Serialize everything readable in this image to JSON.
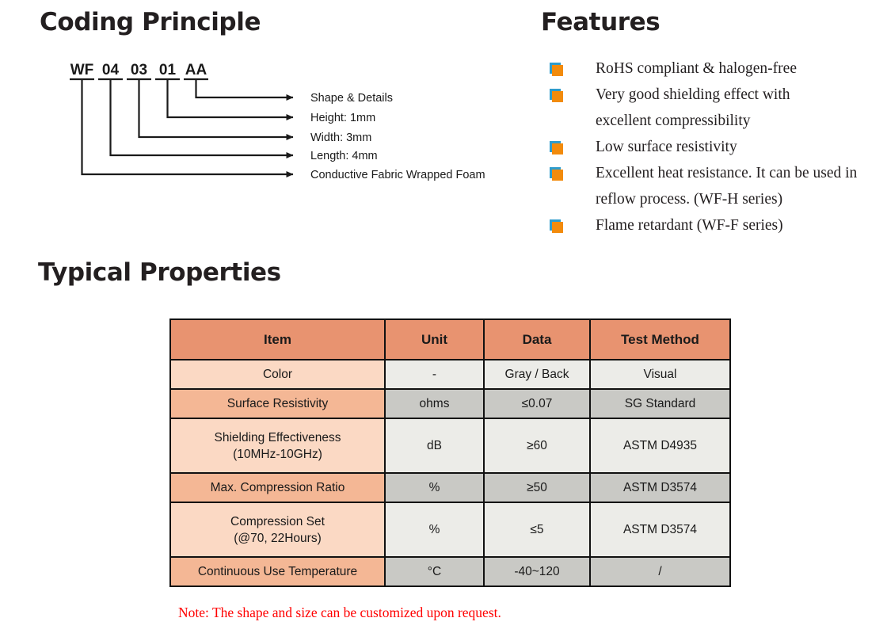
{
  "sections": {
    "coding": {
      "title": "Coding Principle",
      "code_segments": [
        {
          "text": "WF"
        },
        {
          "text": "04"
        },
        {
          "text": "03"
        },
        {
          "text": "01"
        },
        {
          "text": "AA"
        }
      ],
      "callouts": [
        {
          "label": "Shape & Details"
        },
        {
          "label": "Height: 1mm"
        },
        {
          "label": "Width: 3mm"
        },
        {
          "label": "Length: 4mm"
        },
        {
          "label": "Conductive Fabric Wrapped Foam"
        }
      ]
    },
    "features": {
      "title": "Features",
      "items": [
        {
          "text": "RoHS compliant & halogen-free"
        },
        {
          "text": "Very good shielding effect with excellent compressibility"
        },
        {
          "text": "Low surface resistivity"
        },
        {
          "text": "Excellent heat resistance. It can be used in reflow process. (WF-H series)"
        },
        {
          "text": "Flame retardant (WF-F series)"
        }
      ],
      "bullet_icon": "orange-square-bullet-icon",
      "bullet_colors": {
        "front": "#f28b0c",
        "back": "#2e9ccc"
      }
    },
    "properties": {
      "title": "Typical Properties",
      "note": "Note: The shape and size can be customized upon request.",
      "note_color": "#ff0000",
      "header_color": "#e89370",
      "columns": [
        "Item",
        "Unit",
        "Data",
        "Test Method"
      ],
      "rows": [
        {
          "item": "Color",
          "unit": "-",
          "data": "Gray / Back",
          "method": "Visual"
        },
        {
          "item": "Surface Resistivity",
          "unit": "ohms",
          "data": "≤0.07",
          "method": "SG Standard"
        },
        {
          "item": "Shielding Effectiveness",
          "item2": "(10MHz-10GHz)",
          "unit": "dB",
          "data": "≥60",
          "method": "ASTM D4935"
        },
        {
          "item": "Max. Compression Ratio",
          "unit": "%",
          "data": "≥50",
          "method": "ASTM D3574"
        },
        {
          "item": "Compression Set",
          "item2": "(@70, 22Hours)",
          "unit": "%",
          "data": "≤5",
          "method": "ASTM D3574"
        },
        {
          "item": "Continuous Use Temperature",
          "unit": "°C",
          "data": "-40~120",
          "method": "/"
        }
      ]
    }
  }
}
